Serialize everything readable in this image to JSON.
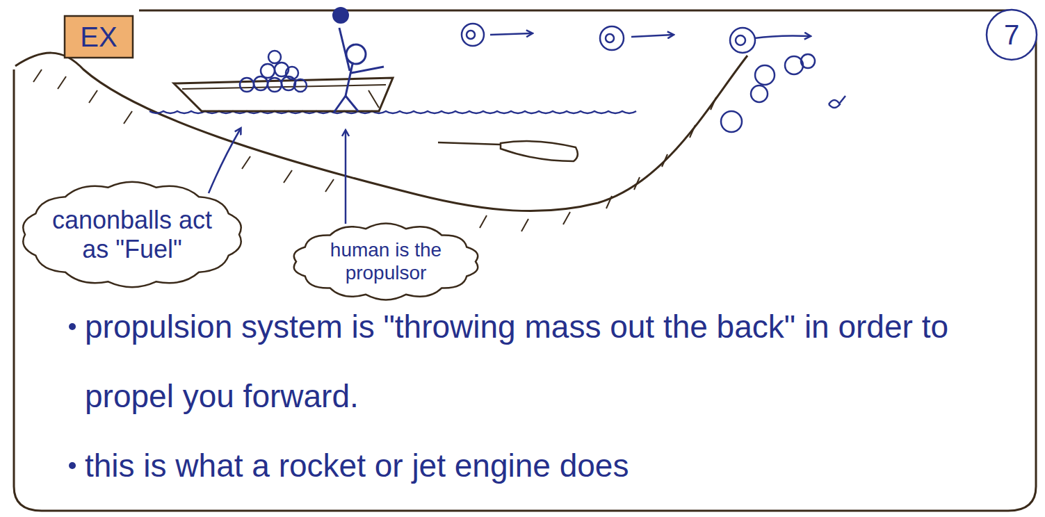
{
  "diagram": {
    "nodes": [
      {
        "text": [
          "EX"
        ]
      },
      {
        "text": [
          "7"
        ]
      },
      {
        "text": [
          "canonballs act as \"Fuel\""
        ]
      },
      {
        "text": [
          "human is the propulsor"
        ]
      }
    ],
    "labels": [
      "propulsion system is \"throwing mass out the back\" in order to propel you forward.",
      "this is what a rocket or jet engine does"
    ]
  }
}
